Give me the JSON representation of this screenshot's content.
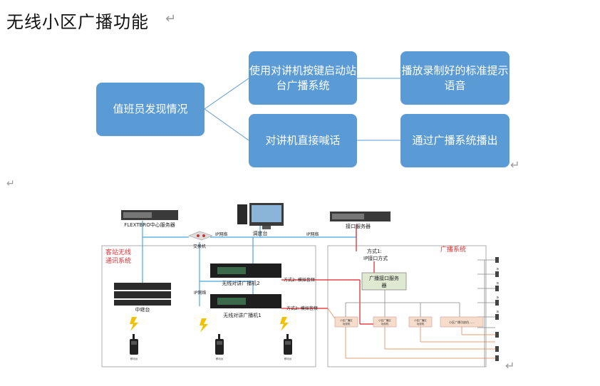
{
  "title": "无线小区广播功能",
  "return_mark": "↵",
  "flow": {
    "start": "值班员发现情况",
    "step_a": "使用对讲机按键启动站台广播系统",
    "step_b": "对讲机直接喊话",
    "result_a": "播放录制好的标准提示语音",
    "result_b": "通过广播系统播出"
  },
  "diagram": {
    "center_server": "FLEXTBRO中心服务器",
    "console": "调度台",
    "interface_server": "接口服务器",
    "switch": "交换机",
    "ip_link_1": "IP网络",
    "ip_link_2": "IP网络",
    "ip_link_3": "IP网络",
    "left_region": [
      "客站无线",
      "通讯系统"
    ],
    "right_region": "广播系统",
    "relay": "中继台",
    "intercom_2": "无线对讲广播机2",
    "intercom_1": "无线对讲广播机1",
    "mode1": "方式1:",
    "mode1_desc": "IP接口方式",
    "mode2_a": "方式2: 模拟音频",
    "mode2_b": "方式2: 模拟音频",
    "bcast_server": [
      "广播接口服务",
      "器"
    ],
    "zone_amp": [
      "小区广播区",
      "功放机"
    ],
    "zone_amp_last": "小区广播功放机……",
    "radio_label": "移动台",
    "speaker_label": "扬声",
    "colors": {
      "accent": "#5b9bd5",
      "red": "#e02020",
      "orange": "#e0a070",
      "blue_line": "#4aa3df",
      "region_red": "#e03030"
    }
  }
}
